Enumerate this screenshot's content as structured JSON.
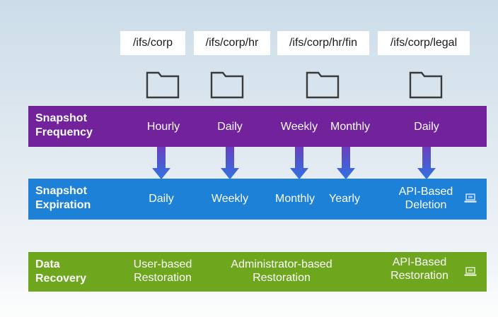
{
  "paths": [
    "/ifs/corp",
    "/ifs/corp/hr",
    "/ifs/corp/hr/fin",
    "/ifs/corp/legal"
  ],
  "icons": {
    "folder": "folder-icon",
    "arrow": "down-arrow-icon",
    "laptop": "laptop-icon"
  },
  "colors": {
    "frequency_band": "#72229b",
    "expiration_band": "#1d81d8",
    "recovery_band": "#6ea61e",
    "arrow": "#3b6fd8"
  },
  "frequency": {
    "title_line1": "Snapshot",
    "title_line2": "Frequency",
    "items": [
      "Hourly",
      "Daily",
      "Weekly",
      "Monthly",
      "Daily"
    ]
  },
  "expiration": {
    "title_line1": "Snapshot",
    "title_line2": "Expiration",
    "items": [
      "Daily",
      "Weekly",
      "Monthly",
      "Yearly"
    ],
    "api_line1": "API-Based",
    "api_line2": "Deletion"
  },
  "recovery": {
    "title_line1": "Data",
    "title_line2": "Recovery",
    "user_line1": "User-based",
    "user_line2": "Restoration",
    "admin_line1": "Administrator-based",
    "admin_line2": "Restoration",
    "api_line1": "API-Based",
    "api_line2": "Restoration"
  }
}
